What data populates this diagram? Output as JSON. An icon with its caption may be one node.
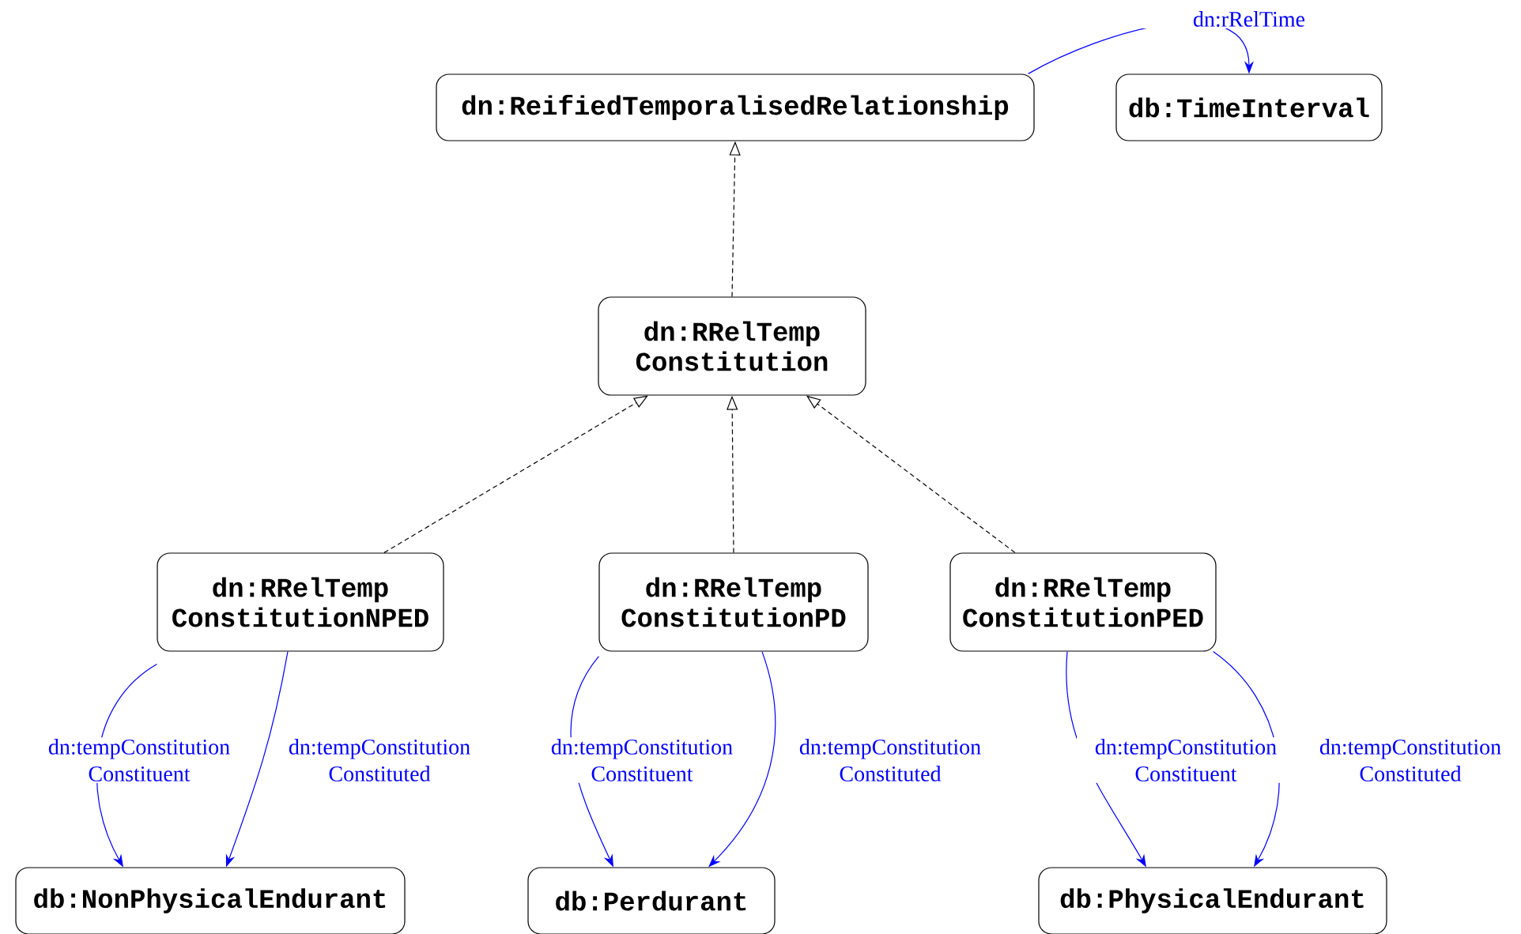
{
  "diagram": {
    "nodes": [
      {
        "text": [
          "dn:ReifiedTemporalisedRelationship"
        ]
      },
      {
        "text": [
          "db:TimeInterval"
        ]
      },
      {
        "text": [
          "dn:RRelTemp Constitution"
        ]
      },
      {
        "text": [
          "dn:RRelTemp ConstitutionNPED"
        ]
      },
      {
        "text": [
          "dn:RRelTemp ConstitutionPD"
        ]
      },
      {
        "text": [
          "dn:RRelTemp ConstitutionPED"
        ]
      },
      {
        "text": [
          "db:NonPhysicalEndurant"
        ]
      },
      {
        "text": [
          "db:Perdurant"
        ]
      },
      {
        "text": [
          "db:PhysicalEndurant"
        ]
      }
    ],
    "edges": [
      {
        "from": 0,
        "to": 1,
        "arrow": "to",
        "label": "dn:rRelTime"
      },
      {
        "from": 2,
        "to": 0,
        "arrow": "to",
        "style": "dashed",
        "color": "#000000"
      },
      {
        "from": 3,
        "to": 2,
        "arrow": "to",
        "style": "dashed",
        "color": "#000000"
      },
      {
        "from": 4,
        "to": 2,
        "arrow": "to",
        "style": "dashed",
        "color": "#000000"
      },
      {
        "from": 5,
        "to": 2,
        "arrow": "to",
        "style": "dashed",
        "color": "#000000"
      },
      {
        "from": 3,
        "to": 6,
        "arrow": "to",
        "label": "dn:tempConstitution Constituent"
      },
      {
        "from": 3,
        "to": 6,
        "arrow": "to",
        "label": "dn:tempConstitution Constituted"
      },
      {
        "from": 4,
        "to": 7,
        "arrow": "to",
        "label": "dn:tempConstitution Constituent"
      },
      {
        "from": 4,
        "to": 7,
        "arrow": "to",
        "label": "dn:tempConstitution Constituted"
      },
      {
        "from": 5,
        "to": 8,
        "arrow": "to",
        "label": "dn:tempConstitution Constituent"
      },
      {
        "from": 5,
        "to": 8,
        "arrow": "to",
        "label": "dn:tempConstitution Constituted"
      }
    ]
  }
}
